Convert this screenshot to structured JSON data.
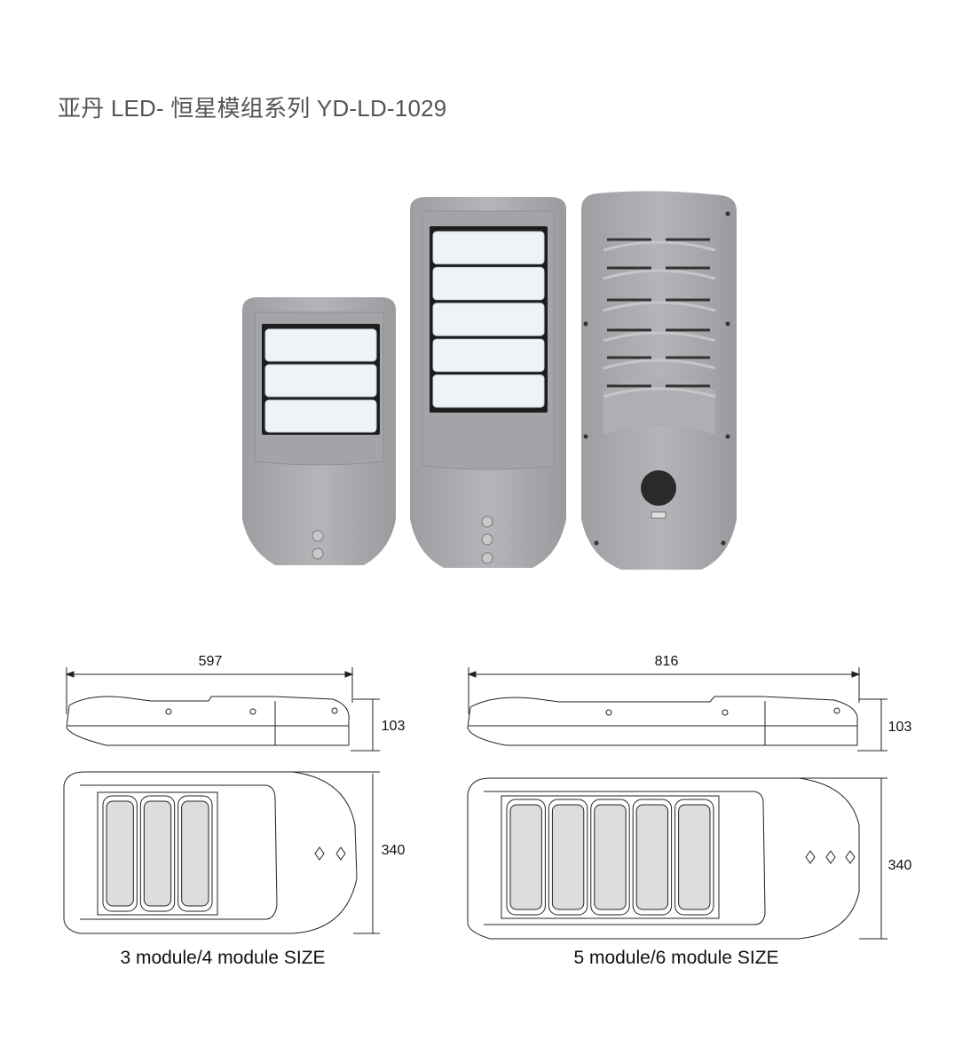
{
  "title": "亚丹 LED- 恒星模组系列 YD-LD-1029",
  "photos": [
    {
      "name": "3-module-front",
      "modules": 3
    },
    {
      "name": "5-module-front",
      "modules": 5
    },
    {
      "name": "rear-view",
      "modules": 0
    }
  ],
  "drawings": [
    {
      "length": "597",
      "height": "103",
      "width": "340",
      "modules": 3,
      "caption": "3 module/4 module SIZE"
    },
    {
      "length": "816",
      "height": "103",
      "width": "340",
      "modules": 5,
      "caption": "5 module/6 module SIZE"
    }
  ],
  "colors": {
    "title": "#555555",
    "housing": "#a7a9ac",
    "module": "#eef3f8"
  }
}
